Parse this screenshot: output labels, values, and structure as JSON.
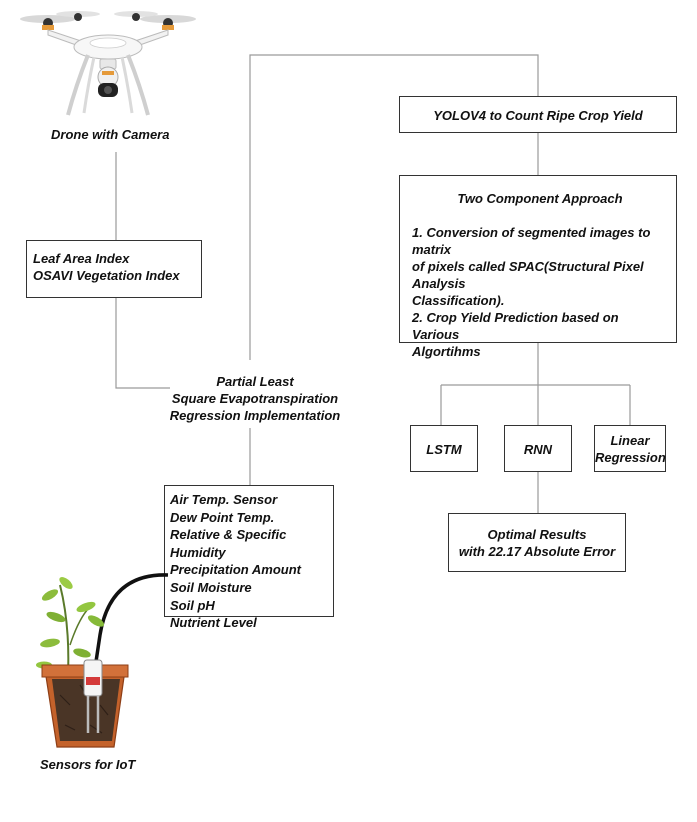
{
  "drone": {
    "caption": "Drone with Camera"
  },
  "leaf_box": {
    "lines": [
      "Leaf Area Index",
      "OSAVI Vegetation Index"
    ]
  },
  "pls_label": {
    "lines": [
      "Partial Least",
      "Square Evapotranspiration",
      "Regression Implementation"
    ]
  },
  "sensor_box": {
    "lines": [
      "Air Temp. Sensor",
      "Dew Point Temp.",
      "Relative & Specific Humidity",
      "Precipitation Amount",
      "Soil Moisture",
      "Soil pH",
      "Nutrient Level"
    ]
  },
  "plant": {
    "caption": "Sensors for IoT"
  },
  "yolo_box": {
    "text": "YOLOV4 to Count Ripe Crop Yield"
  },
  "two_component_box": {
    "title": "Two Component Approach",
    "lines": [
      "1. Conversion of segmented images to matrix",
      "of pixels called SPAC(Structural Pixel Analysis",
      "Classification).",
      "2. Crop Yield Prediction based on Various",
      "Algortihms"
    ]
  },
  "algorithms": [
    {
      "lines": [
        "LSTM"
      ]
    },
    {
      "lines": [
        "RNN"
      ]
    },
    {
      "lines": [
        "Linear",
        "Regression"
      ]
    }
  ],
  "result_box": {
    "lines": [
      "Optimal Results",
      "with 22.17 Absolute Error"
    ]
  }
}
